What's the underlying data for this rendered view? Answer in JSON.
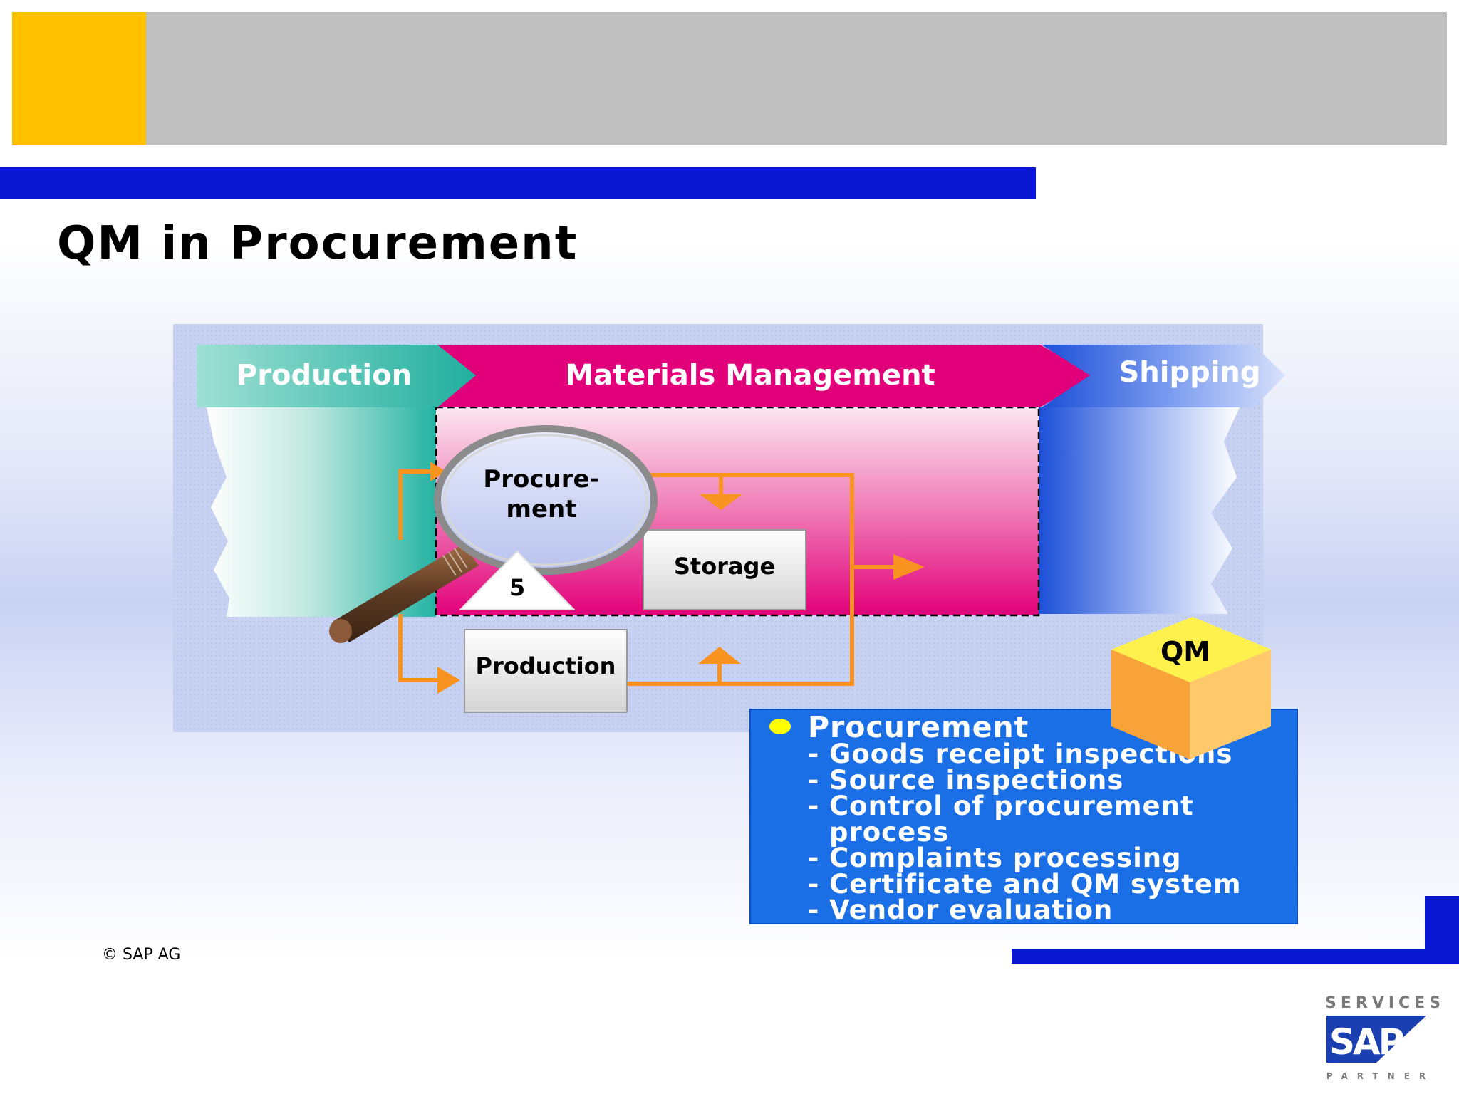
{
  "title": "QM in Procurement",
  "diagram": {
    "band_labels": {
      "production": "Production",
      "materials_management": "Materials Management",
      "shipping": "Shipping"
    },
    "procurement_label": [
      "Procure-",
      "ment"
    ],
    "storage_label": "Storage",
    "production_box_label": "Production",
    "triangle_label": "5",
    "cube_label": "QM"
  },
  "info_box": {
    "heading": "Procurement",
    "items": [
      "Goods receipt inspections",
      "Source inspections",
      "Control of procurement",
      "process",
      "Complaints processing",
      "Certificate and QM system",
      "Vendor evaluation"
    ]
  },
  "footer": {
    "copyright": "© SAP AG",
    "logo_top": "SERVICES",
    "logo_word": "SAP",
    "logo_bottom": "PARTNER"
  },
  "colors": {
    "header_orange": "#ffc000",
    "header_gray": "#bfbfbf",
    "brand_blue": "#0a17d2",
    "magenta": "#e2007a",
    "teal": "#2ab9a6",
    "arrow_orange": "#f7931e",
    "info_blue": "#1a6fe6"
  }
}
